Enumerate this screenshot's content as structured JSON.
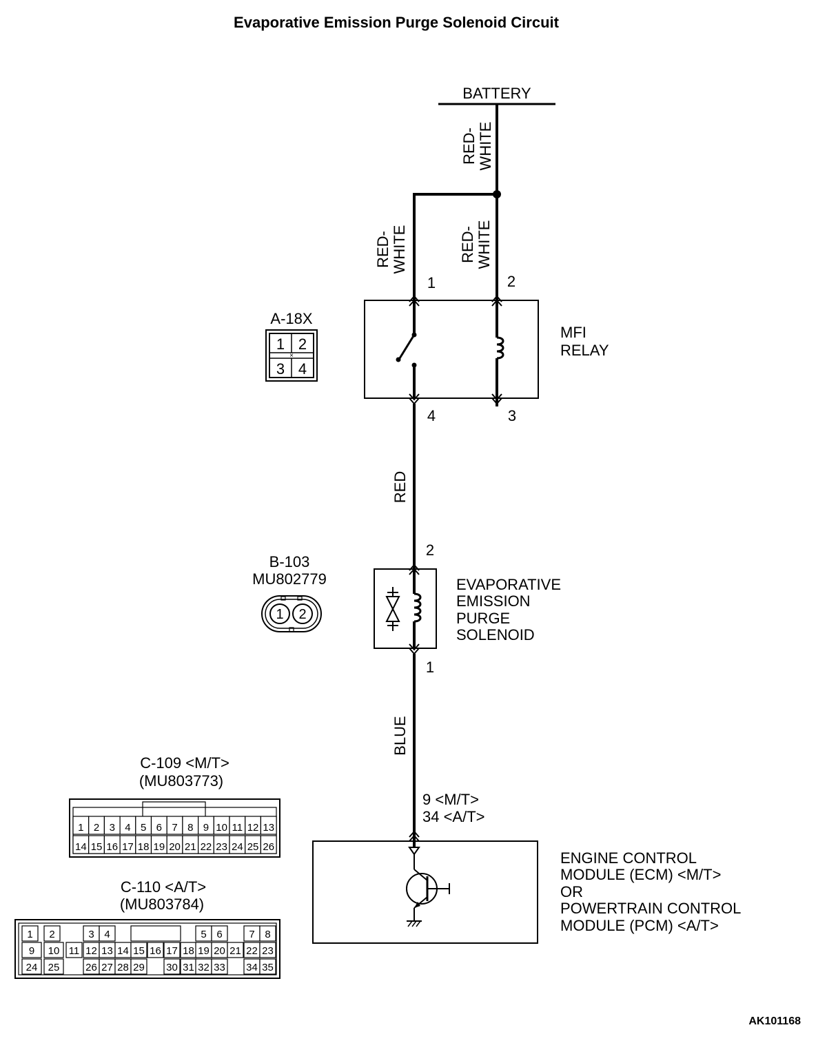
{
  "title": "Evaporative Emission Purge Solenoid Circuit",
  "figure_id": "AK101168",
  "battery": {
    "label": "BATTERY"
  },
  "wires": {
    "battery_feed": [
      "RED-",
      "WHITE"
    ],
    "relay_pin1_feed": [
      "RED-",
      "WHITE"
    ],
    "relay_pin2_feed": [
      "RED-",
      "WHITE"
    ],
    "relay_to_solenoid": "RED",
    "solenoid_to_ecm": "BLUE"
  },
  "mfi_relay": {
    "label": [
      "MFI",
      "RELAY"
    ],
    "pins": {
      "p1": "1",
      "p2": "2",
      "p3": "3",
      "p4": "4"
    },
    "connector": {
      "id": "A-18X",
      "pins": [
        "1",
        "2",
        "3",
        "4"
      ]
    }
  },
  "solenoid": {
    "label": [
      "EVAPORATIVE",
      "EMISSION",
      "PURGE",
      "SOLENOID"
    ],
    "pins": {
      "top": "2",
      "bottom": "1"
    },
    "connector": {
      "id": "B-103",
      "part": "MU802779",
      "pins": [
        "1",
        "2"
      ]
    }
  },
  "ecm": {
    "pin_labels": [
      "9 <M/T>",
      "34 <A/T>"
    ],
    "label": [
      "ENGINE CONTROL",
      "MODULE (ECM) <M/T>",
      "OR",
      "POWERTRAIN CONTROL",
      "MODULE (PCM) <A/T>"
    ]
  },
  "connector_c109": {
    "id": "C-109 <M/T>",
    "part": "(MU803773)",
    "row1": [
      "1",
      "2",
      "3",
      "4",
      "5",
      "6",
      "7",
      "8",
      "9",
      "10",
      "11",
      "12",
      "13"
    ],
    "row2": [
      "14",
      "15",
      "16",
      "17",
      "18",
      "19",
      "20",
      "21",
      "22",
      "23",
      "24",
      "25",
      "26"
    ]
  },
  "connector_c110": {
    "id": "C-110 <A/T>",
    "part": "(MU803784)",
    "row1": [
      "1",
      "2",
      "",
      "3",
      "4",
      "",
      "",
      "",
      "5",
      "6",
      "",
      "7",
      "8"
    ],
    "row2": [
      "9",
      "10",
      "11",
      "12",
      "13",
      "14",
      "15",
      "16",
      "17",
      "18",
      "19",
      "20",
      "21",
      "22",
      "23"
    ],
    "row3": [
      "24",
      "25",
      "",
      "26",
      "27",
      "28",
      "29",
      "",
      "30",
      "31",
      "32",
      "33",
      "",
      "34",
      "35"
    ]
  }
}
